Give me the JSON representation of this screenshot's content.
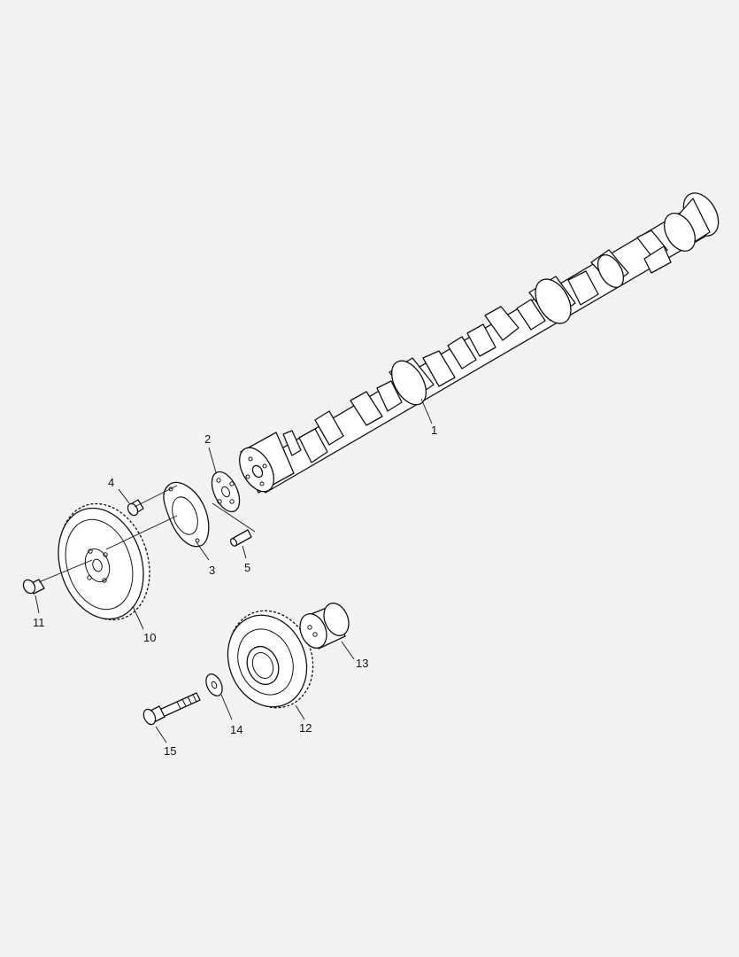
{
  "diagram": {
    "background": "#f2f2f2",
    "line_color": "#111111",
    "callouts": [
      {
        "key": "camshaft",
        "text": "1"
      },
      {
        "key": "thrust_plate",
        "text": "2"
      },
      {
        "key": "gasket",
        "text": "3"
      },
      {
        "key": "screw_4",
        "text": "4"
      },
      {
        "key": "dowel_pin",
        "text": "5"
      },
      {
        "key": "camshaft_gear",
        "text": "10"
      },
      {
        "key": "bolt_11",
        "text": "11"
      },
      {
        "key": "idler_gear",
        "text": "12"
      },
      {
        "key": "idler_hub",
        "text": "13"
      },
      {
        "key": "washer",
        "text": "14"
      },
      {
        "key": "bolt_15",
        "text": "15"
      }
    ]
  }
}
